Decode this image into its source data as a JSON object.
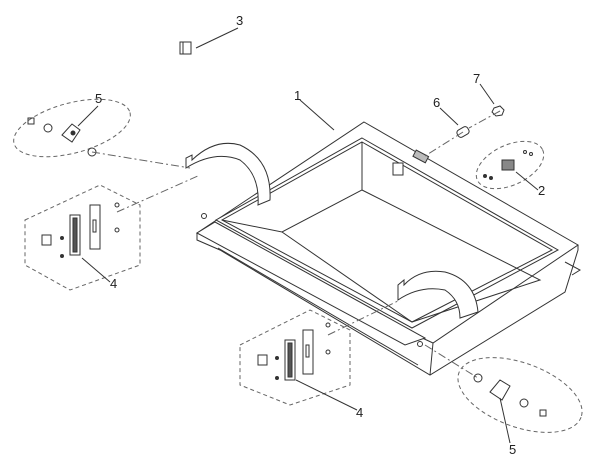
{
  "callouts": {
    "c1": "1",
    "c2": "2",
    "c3": "3",
    "c4a": "4",
    "c4b": "4",
    "c5a": "5",
    "c5b": "5",
    "c6": "6",
    "c7": "7"
  },
  "colors": {
    "line": "#333333",
    "dash": "#666666"
  }
}
